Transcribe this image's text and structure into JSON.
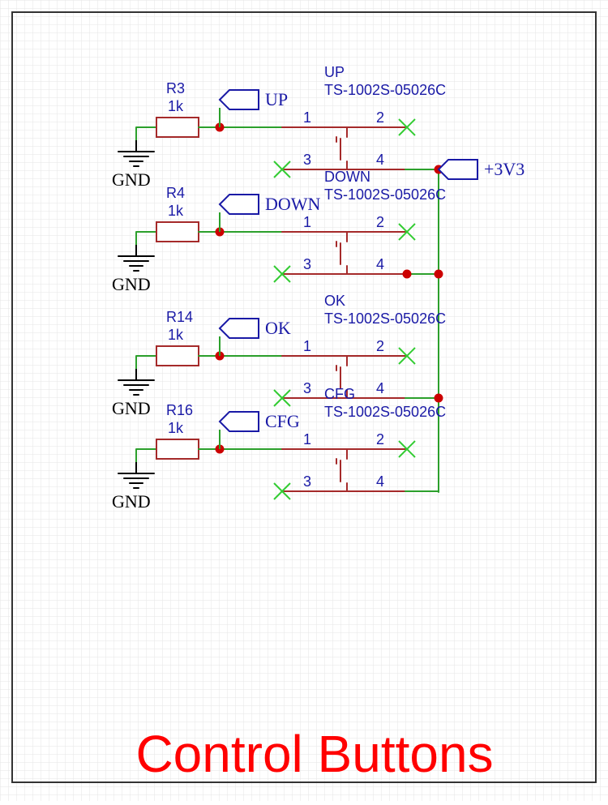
{
  "title": "Control Buttons",
  "colors": {
    "background": "#ffffff",
    "grid": "#e6e6e6",
    "border": "#333333",
    "wire": "#2ca02c",
    "component": "#a52a2a",
    "junction": "#cc0000",
    "text": "#1a1aa6",
    "noconnect": "#33cc33",
    "title": "#ff0000",
    "symbol_text": "#000000"
  },
  "power_net": {
    "label": "+3V3"
  },
  "ground_label": "GND",
  "buttons": [
    {
      "resistor": "R3",
      "value": "1k",
      "net": "UP",
      "name": "UP",
      "part": "TS-1002S-05026C",
      "pins": [
        "1",
        "2",
        "3",
        "4"
      ]
    },
    {
      "resistor": "R4",
      "value": "1k",
      "net": "DOWN",
      "name": "DOWN",
      "part": "TS-1002S-05026C",
      "pins": [
        "1",
        "2",
        "3",
        "4"
      ]
    },
    {
      "resistor": "R14",
      "value": "1k",
      "net": "OK",
      "name": "OK",
      "part": "TS-1002S-05026C",
      "pins": [
        "1",
        "2",
        "3",
        "4"
      ]
    },
    {
      "resistor": "R16",
      "value": "1k",
      "net": "CFG",
      "name": "CFG",
      "part": "TS-1002S-05026C",
      "pins": [
        "1",
        "2",
        "3",
        "4"
      ]
    }
  ]
}
